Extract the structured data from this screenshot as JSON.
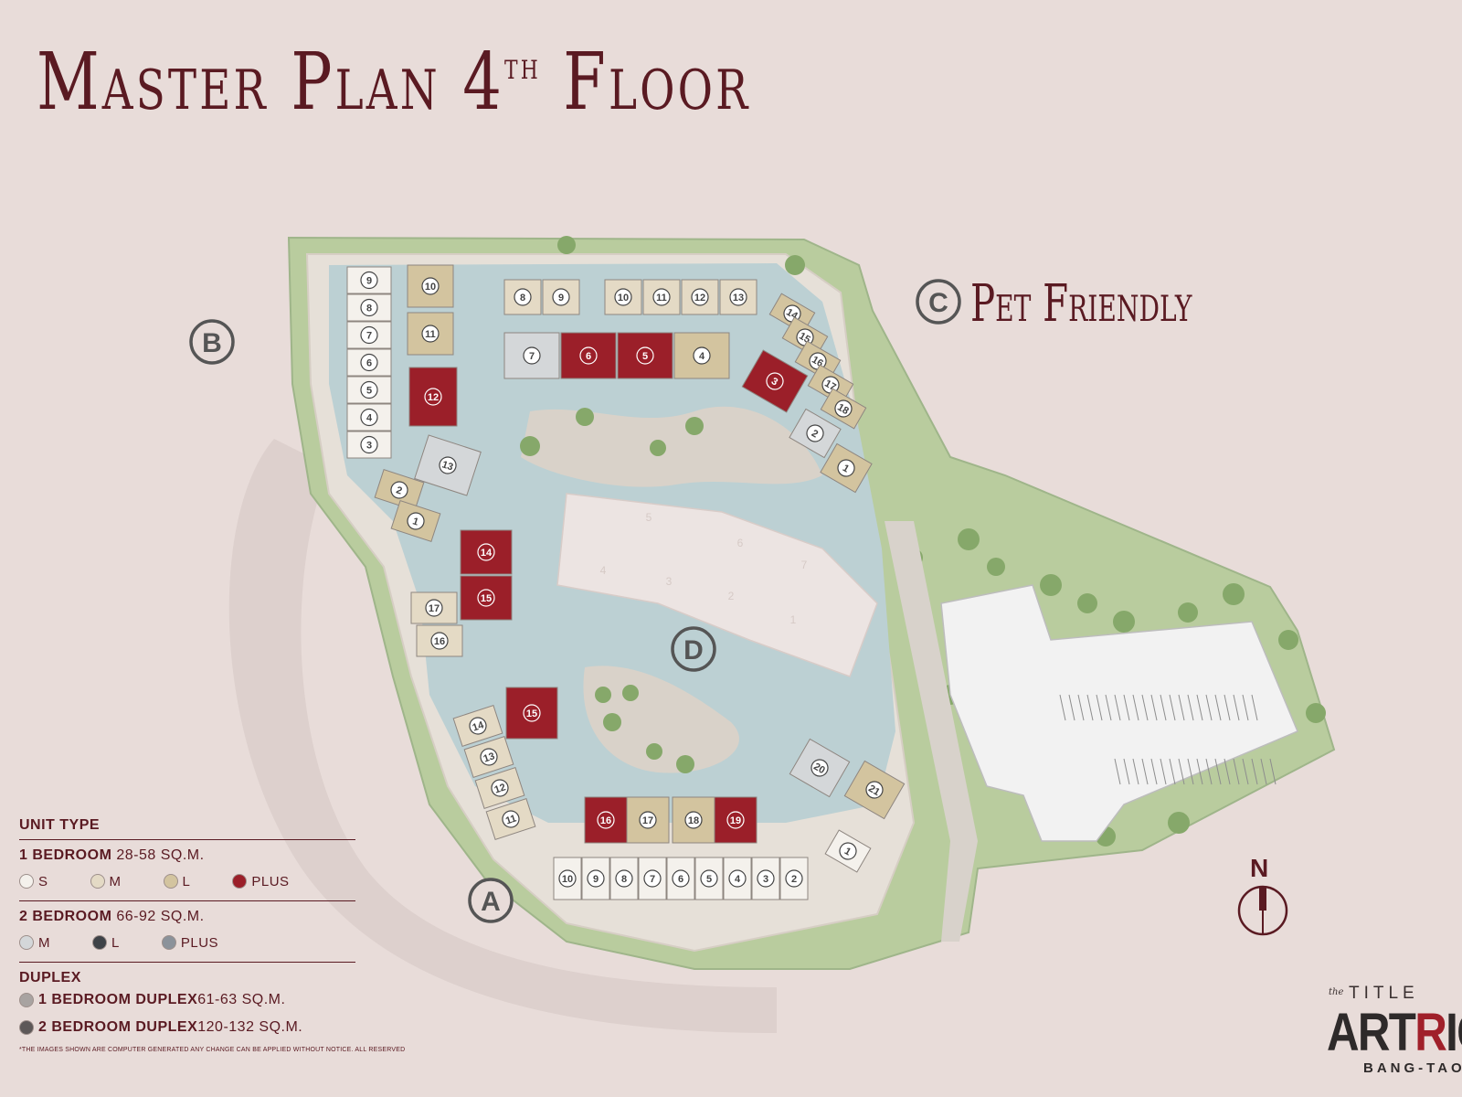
{
  "header": {
    "title": "Master Plan 4",
    "title_sup": "th",
    "title_tail": " Floor"
  },
  "zones": {
    "a": "A",
    "b": "B",
    "c": "C",
    "c_label": "Pet Friendly",
    "d": "D"
  },
  "compass": {
    "label": "N"
  },
  "colors": {
    "background": "#e8dcd9",
    "accent": "#5a1a22",
    "water": "#bcd0d3",
    "greenery": "#a9c48f",
    "one_bed_s": "#f4f1ec",
    "one_bed_m": "#e4dac5",
    "one_bed_l": "#d3c49f",
    "one_bed_plus": "#9b1f29",
    "two_bed_m": "#d4d7d9",
    "two_bed_l": "#3e4247",
    "two_bed_plus": "#8b929a",
    "duplex_1": "#a8a3a1",
    "duplex_2": "#5d5858"
  },
  "buildings": {
    "b": {
      "left_column": [
        "9",
        "8",
        "7",
        "6",
        "5",
        "4",
        "3"
      ],
      "right_top": [
        "10",
        "11"
      ],
      "plus_top": "12",
      "two_bed": "13",
      "lower": [
        "2",
        "1"
      ],
      "plus_lower": [
        "14",
        "15"
      ],
      "bottom": [
        "17",
        "16"
      ]
    },
    "c": {
      "top_row": [
        "8",
        "9",
        "10",
        "11",
        "12",
        "13"
      ],
      "mid_row": [
        {
          "num": "7",
          "type": "two_bed_m"
        },
        {
          "num": "6",
          "type": "one_bed_plus"
        },
        {
          "num": "5",
          "type": "one_bed_plus"
        },
        {
          "num": "4",
          "type": "one_bed_l"
        }
      ],
      "diag": [
        "14",
        "15",
        "16",
        "17",
        "18"
      ],
      "diag_plus": "3",
      "diag_lower": [
        "2",
        "1"
      ]
    },
    "d": {
      "faded": [
        "5",
        "6",
        "7",
        "4",
        "3",
        "2",
        "1"
      ]
    },
    "a": {
      "left": [
        "14",
        "13",
        "12",
        "11"
      ],
      "plus": "15",
      "mid_row": [
        {
          "num": "16",
          "type": "one_bed_plus"
        },
        {
          "num": "17",
          "type": "one_bed_l"
        },
        {
          "num": "18",
          "type": "one_bed_l"
        },
        {
          "num": "19",
          "type": "one_bed_plus"
        }
      ],
      "bottom_row": [
        "10",
        "9",
        "8",
        "7",
        "6",
        "5",
        "4",
        "3",
        "2"
      ],
      "right": [
        "20",
        "21",
        "1"
      ]
    }
  },
  "legend": {
    "unit_type": "UNIT TYPE",
    "one_bed_head": "1 BEDROOM",
    "one_bed_size": " 28-58 SQ.M.",
    "one_bed": [
      {
        "label": "S",
        "color_key": "one_bed_s"
      },
      {
        "label": "M",
        "color_key": "one_bed_m"
      },
      {
        "label": "L",
        "color_key": "one_bed_l"
      },
      {
        "label": "PLUS",
        "color_key": "one_bed_plus"
      }
    ],
    "two_bed_head": "2 BEDROOM",
    "two_bed_size": " 66-92 SQ.M.",
    "two_bed": [
      {
        "label": "M",
        "color_key": "two_bed_m"
      },
      {
        "label": "L",
        "color_key": "two_bed_l"
      },
      {
        "label": "PLUS",
        "color_key": "two_bed_plus"
      }
    ],
    "duplex_head": "DUPLEX",
    "duplex_1_head": "1 BEDROOM DUPLEX",
    "duplex_1_size": " 61-63 SQ.M.",
    "duplex_2_head": "2 BEDROOM DUPLEX",
    "duplex_2_size": " 120-132 SQ.M.",
    "disclaimer": "*THE IMAGES SHOWN ARE COMPUTER GENERATED ANY CHANGE CAN BE APPLIED WITHOUT NOTICE. ALL RESERVED"
  },
  "brand": {
    "the": "the",
    "title": "TITLE",
    "art": "ART",
    "art_r": "R",
    "art_tail": "IC",
    "location": "BANG-TAO"
  }
}
